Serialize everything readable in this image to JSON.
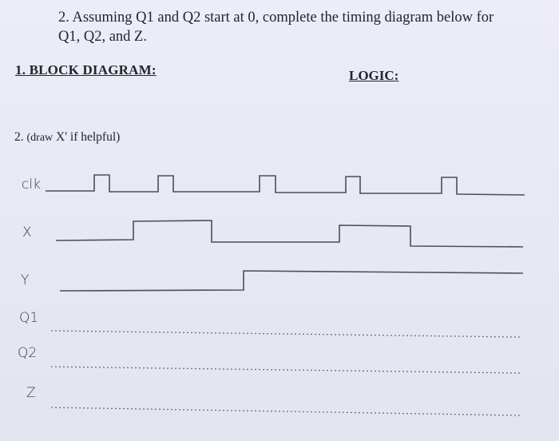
{
  "question": {
    "line1": "2. Assuming Q1 and Q2 start at 0, complete the timing diagram below for",
    "line2": "Q1, Q2, and Z."
  },
  "headings": {
    "block_diagram": "1. BLOCK DIAGRAM:",
    "logic": "LOGIC:"
  },
  "part2": {
    "number": "2.",
    "note": "(draw",
    "note_rest": "X' if helpful)"
  },
  "signals": {
    "clk": "clk",
    "x": "X",
    "y": "Y",
    "q1": "Q1",
    "q2": "Q2",
    "z": "Z"
  }
}
